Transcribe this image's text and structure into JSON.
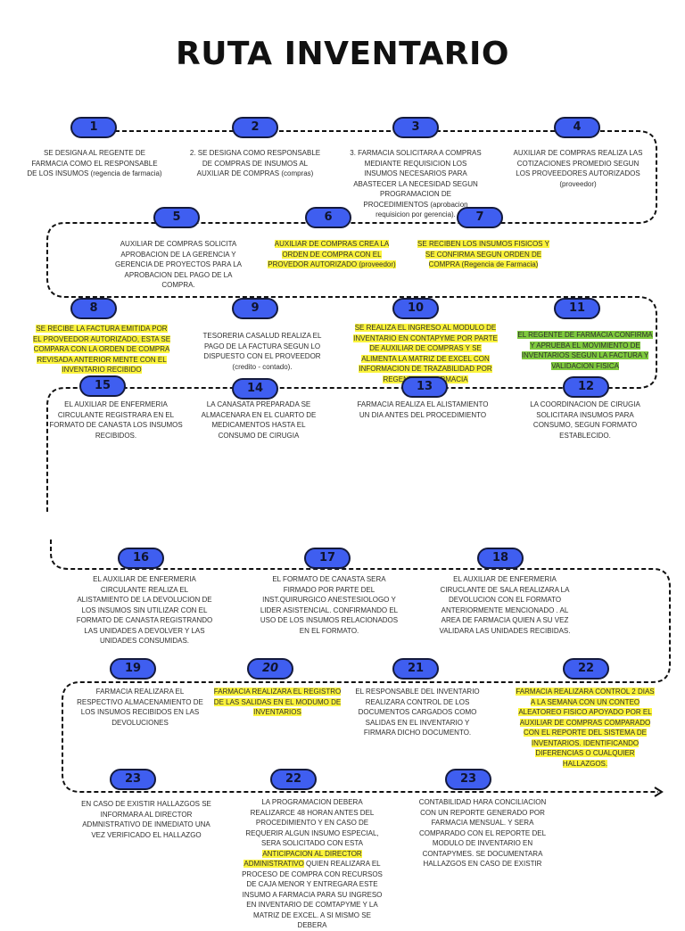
{
  "title": "RUTA INVENTARIO",
  "colors": {
    "step_fill": "#3f5ef0",
    "step_border": "#141a3c",
    "highlight_yellow": "#fbf33b",
    "highlight_green": "#7fca3e"
  },
  "steps": [
    {
      "id": "s1",
      "number": "1",
      "segments": [
        {
          "text": "SE DESIGNA AL REGENTE DE FARMACIA COMO EL RESPONSABLE DE LOS INSUMOS (regencia de farmacia)"
        }
      ]
    },
    {
      "id": "s2",
      "number": "2",
      "segments": [
        {
          "text": "2. SE DESIGNA COMO RESPONSABLE DE COMPRAS DE INSUMOS AL AUXILIAR DE COMPRAS (compras)"
        }
      ]
    },
    {
      "id": "s3",
      "number": "3",
      "segments": [
        {
          "text": "3. FARMACIA SOLICITARA A COMPRAS MEDIANTE REQUISICION  LOS INSUMOS NECESARIOS PARA ABASTECER LA NECESIDAD SEGUN PROGRAMACION DE PROCEDIMIENTOS (aprobacion requisicion por gerencia)."
        }
      ]
    },
    {
      "id": "s4",
      "number": "4",
      "segments": [
        {
          "text": "AUXILIAR DE COMPRAS REALIZA LAS COTIZACIONES PROMEDIO SEGUN LOS PROVEEDORES AUTORIZADOS (proveedor)"
        }
      ]
    },
    {
      "id": "s5",
      "number": "5",
      "segments": [
        {
          "text": "AUXILIAR DE COMPRAS SOLICITA APROBACION DE LA GERENCIA Y GERENCIA DE PROYECTOS PARA LA APROBACION DEL PAGO DE LA COMPRA."
        }
      ]
    },
    {
      "id": "s6",
      "number": "6",
      "segments": [
        {
          "text": "AUXILIAR DE COMPRAS CREA LA ORDEN DE COMPRA CON EL PROVEDOR AUTORIZADO (proveedor)",
          "hl": "y"
        }
      ]
    },
    {
      "id": "s7",
      "number": "7",
      "segments": [
        {
          "text": "SE RECIBEN LOS INSUMOS FISICOS Y SE CONFIRMA SEGUN ORDEN DE COMPRA (Regencia de Farmacia)",
          "hl": "y"
        }
      ]
    },
    {
      "id": "s8",
      "number": "8",
      "segments": [
        {
          "text": "SE RECIBE LA FACTURA EMITIDA POR EL PROVEEDOR AUTORIZADO, ESTA SE COMPARA CON LA ORDEN DE COMPRA REVISADA ANTERIOR MENTE CON EL INVENTARIO RECIBIDO",
          "hl": "y"
        }
      ]
    },
    {
      "id": "s9",
      "number": "9",
      "segments": [
        {
          "text": "TESORERIA CASALUD REALIZA EL PAGO DE LA FACTURA SEGUN LO DISPUESTO CON EL PROVEEDOR (credito - contado)."
        }
      ]
    },
    {
      "id": "s10",
      "number": "10",
      "segments": [
        {
          "text": "SE REALIZA EL INGRESO AL MODULO DE INVENTARIO EN CONTAPYME POR PARTE DE AUXILIAR DE COMPRAS Y SE ALIMENTA LA MATRIZ DE EXCEL CON INFORMACION DE TRAZABILIDAD POR REGENTE DE FARMACIA",
          "hl": "y"
        }
      ]
    },
    {
      "id": "s11",
      "number": "11",
      "segments": [
        {
          "text": "EL REGENTE DE FARMACIA CONFIRMA Y APRUEBA EL MOVIMIENTO DE INVENTARIOS SEGUN LA FACTURA  Y VALIDACION FISICA",
          "hl": "g"
        }
      ]
    },
    {
      "id": "s12",
      "number": "12",
      "segments": [
        {
          "text": "LA COORDINACION DE CIRUGIA SOLICITARA INSUMOS PARA CONSUMO, SEGUN FORMATO ESTABLECIDO."
        }
      ]
    },
    {
      "id": "s13",
      "number": "13",
      "segments": [
        {
          "text": "FARMACIA REALIZA EL ALISTAMIENTO UN DIA ANTES DEL PROCEDIMIENTO"
        }
      ]
    },
    {
      "id": "s14",
      "number": "14",
      "segments": [
        {
          "text": "LA CANASATA PREPARADA SE ALMACENARA EN EL CUARTO DE MEDICAMENTOS HASTA EL CONSUMO DE CIRUGIA"
        }
      ]
    },
    {
      "id": "s15",
      "number": "15",
      "segments": [
        {
          "text": "EL AUXILIAR DE ENFERMERIA CIRCULANTE REGISTRARA  EN EL FORMATO DE CANASTA LOS INSUMOS RECIBIDOS."
        }
      ]
    },
    {
      "id": "s16",
      "number": "16",
      "segments": [
        {
          "text": "EL AUXILIAR DE ENFERMERIA CIRCULANTE REALIZA EL ALISTAMIENTO DE LA DEVOLUCION DE LOS INSUMOS SIN UTILIZAR CON EL FORMATO DE CANASTA REGISTRANDO LAS UNIDADES A DEVOLVER Y LAS UNIDADES CONSUMIDAS."
        }
      ]
    },
    {
      "id": "s17",
      "number": "17",
      "segments": [
        {
          "text": "EL FORMATO DE CANASTA SERA FIRMADO POR PARTE DEL INST.QUIRURGICO ANESTESIOLOGO Y LIDER ASISTENCIAL. CONFIRMANDO EL USO DE LOS INSUMOS RELACIONADOS EN EL FORMATO."
        }
      ]
    },
    {
      "id": "s18",
      "number": "18",
      "segments": [
        {
          "text": "EL AUXILIAR DE ENFERMERIA CIRUCLANTE DE SALA REALIZARA LA DEVOLUCION CON EL FORMATO ANTERIORMENTE MENCIONADO . AL AREA DE FARMACIA QUIEN A SU VEZ VALIDARA LAS UNIDADES RECIBIDAS."
        }
      ]
    },
    {
      "id": "s19",
      "number": "19",
      "segments": [
        {
          "text": "FARMACIA REALIZARA EL RESPECTIVO ALMACENAMIENTO DE LOS INSUMOS RECIBIDOS EN LAS DEVOLUCIONES"
        }
      ]
    },
    {
      "id": "s20",
      "number": "20",
      "segments": [
        {
          "text": "FARMACIA REALIZARA EL REGISTRO DE LAS SALIDAS EN EL MODUMO DE INVENTARIOS",
          "hl": "y"
        }
      ]
    },
    {
      "id": "s21",
      "number": "21",
      "segments": [
        {
          "text": "EL RESPONSABLE DEL INVENTARIO REALIZARA CONTROL DE LOS DOCUMENTOS CARGADOS COMO SALIDAS EN EL INVENTARIO Y FIRMARA DICHO DOCUMENTO."
        }
      ]
    },
    {
      "id": "s22",
      "number": "22",
      "segments": [
        {
          "text": "FARMACIA REALIZARA CONTROL 2 DIAS A LA SEMANA CON UN CONTEO ALEATOREO FISICO APOYADO POR EL AUXILIAR DE COMPRAS COMPARADO CON EL REPORTE DEL SISTEMA DE INVENTARIOS. IDENTIFICANDO DIFERENCIAS O CUALQUIER HALLAZGOS.",
          "hl": "y"
        }
      ]
    },
    {
      "id": "s23a",
      "number": "23",
      "segments": [
        {
          "text": "EN CASO DE EXISTIR  HALLAZGOS SE INFORMARA AL DIRECTOR ADMNISTRATIVO DE INMEDIATO UNA VEZ VERIFICADO EL HALLAZGO"
        }
      ]
    },
    {
      "id": "s22b",
      "number": "22",
      "segments": [
        {
          "text": "LA PROGRAMACION DEBERA REALIZARCE 48 HORAN ANTES DEL PROCEDIMIENTO Y EN CASO DE REQUERIR ALGUN INSUMO ESPECIAL, SERA SOLICITADO CON ESTA "
        },
        {
          "text": "ANTICIPACION AL DIRECTOR ADMINISTRATIVO",
          "hl": "y"
        },
        {
          "text": " QUIEN REALIZARA EL PROCESO DE COMPRA CON RECURSOS DE CAJA MENOR Y ENTREGARA ESTE INSUMO A FARMACIA PARA SU INGRESO EN INVENTARIO DE COMTAPYME Y LA MATRIZ DE EXCEL. A SI MISMO SE DEBERA"
        }
      ]
    },
    {
      "id": "s23b",
      "number": "23",
      "segments": [
        {
          "text": "CONTABILIDAD HARA CONCILIACION CON UN REPORTE GENERADO POR FARMACIA MENSUAL. Y SERA COMPARADO CON EL REPORTE DEL MODULO DE INVENTARIO EN CONTAPYMES. SE DOCUMENTARA HALLAZGOS EN CASO DE EXISTIR"
        }
      ]
    }
  ]
}
